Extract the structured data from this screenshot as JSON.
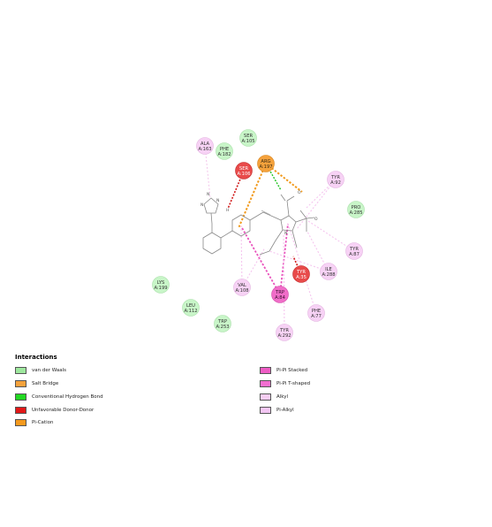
{
  "residues": [
    {
      "name": "ALA",
      "id": "A:163",
      "type": "alkyl"
    },
    {
      "name": "PHE",
      "id": "A:182",
      "type": "vdw"
    },
    {
      "name": "SER",
      "id": "A:105",
      "type": "vdw"
    },
    {
      "name": "SER",
      "id": "A:106",
      "type": "unfavorable"
    },
    {
      "name": "ARG",
      "id": "A:197",
      "type": "salt"
    },
    {
      "name": "TYR",
      "id": "A:92",
      "type": "alkyl"
    },
    {
      "name": "PRO",
      "id": "A:285",
      "type": "vdw"
    },
    {
      "name": "TYR",
      "id": "A:87",
      "type": "alkyl"
    },
    {
      "name": "ILE",
      "id": "A:288",
      "type": "alkyl"
    },
    {
      "name": "TYR",
      "id": "A:35",
      "type": "unfavorable"
    },
    {
      "name": "TRP",
      "id": "A:84",
      "type": "pipi"
    },
    {
      "name": "PHE",
      "id": "A:77",
      "type": "alkyl"
    },
    {
      "name": "TYR",
      "id": "A:292",
      "type": "alkyl"
    },
    {
      "name": "VAL",
      "id": "A:108",
      "type": "alkyl"
    },
    {
      "name": "LYS",
      "id": "A:199",
      "type": "vdw"
    },
    {
      "name": "LEU",
      "id": "A:112",
      "type": "vdw"
    },
    {
      "name": "TRP",
      "id": "A:253",
      "type": "vdw"
    }
  ],
  "atom_labels": [
    "O",
    "O",
    "N",
    "N",
    "N",
    "N",
    "H"
  ],
  "colors": {
    "vdw": "#c8f5c8",
    "salt": "#f5a23c",
    "hbond": "#2ecc2e",
    "unfavorable": "#e84a4a",
    "picat": "#f59a1e",
    "pipi": "#f06ec8",
    "alkyl": "#f7d2f5"
  },
  "legend": {
    "title": "Interactions",
    "left": [
      {
        "label": "van der Waals",
        "color": "#9ee89e"
      },
      {
        "label": "Salt Bridge",
        "color": "#f5a23c"
      },
      {
        "label": "Conventional Hydrogen Bond",
        "color": "#22d822"
      },
      {
        "label": "Unfavorable Donor-Donor",
        "color": "#e21818"
      },
      {
        "label": "Pi-Cation",
        "color": "#f59a1e"
      }
    ],
    "right": [
      {
        "label": "Pi-Pi Stacked",
        "color": "#ee5cc4"
      },
      {
        "label": "Pi-Pi T-shaped",
        "color": "#f26fd0"
      },
      {
        "label": "Alkyl",
        "color": "#f7cdf2"
      },
      {
        "label": "Pi-Alkyl",
        "color": "#f3c6f3"
      }
    ]
  }
}
